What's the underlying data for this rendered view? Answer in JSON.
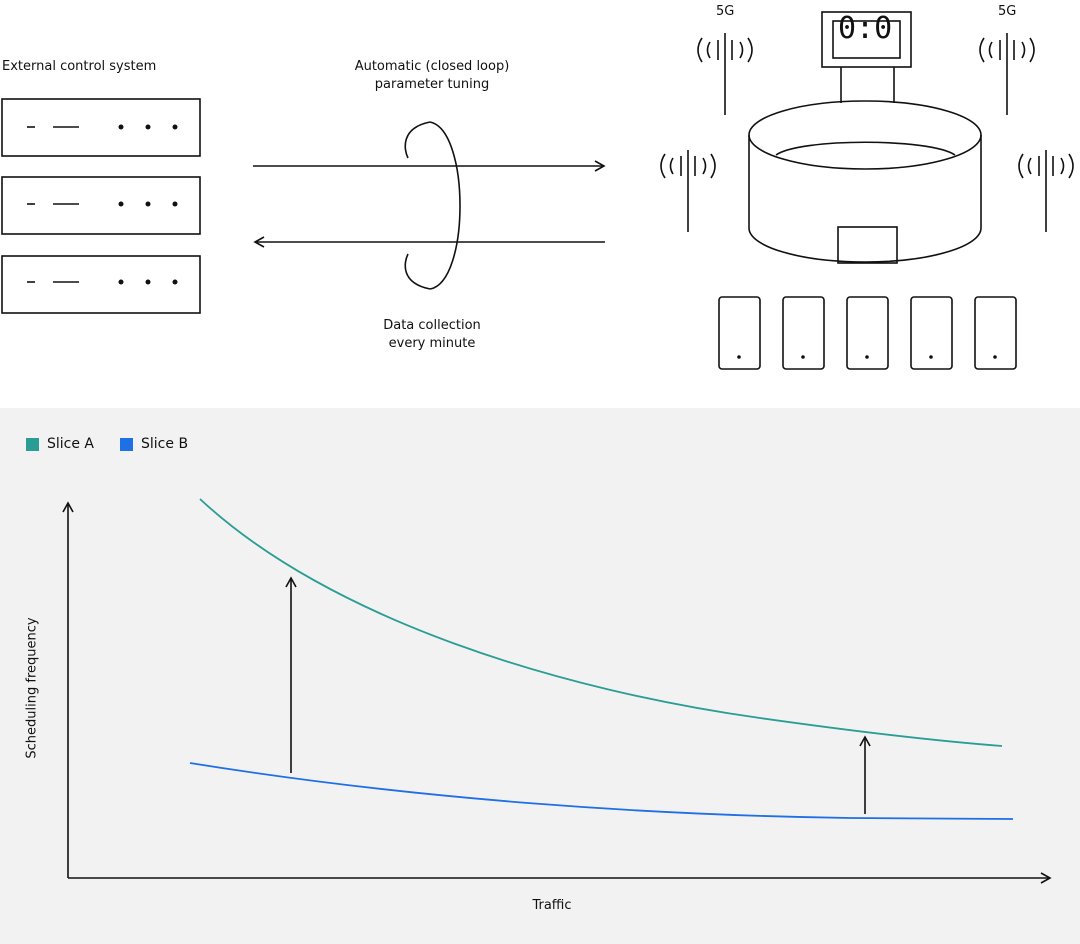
{
  "top": {
    "external_label": "External control system",
    "tuning_label_line1": "Automatic (closed loop)",
    "tuning_label_line2": "parameter tuning",
    "data_label_line1": "Data collection",
    "data_label_line2": "every minute",
    "badge_5g_left": "5G",
    "badge_5g_right": "5G",
    "scoreboard": "0:0"
  },
  "legend": {
    "slice_a": "Slice A",
    "slice_b": "Slice B"
  },
  "colors": {
    "slice_a": "#2a9d94",
    "slice_b": "#1f6fe5"
  },
  "axes": {
    "ylabel": "Scheduling frequency",
    "xlabel": "Traffic"
  }
}
